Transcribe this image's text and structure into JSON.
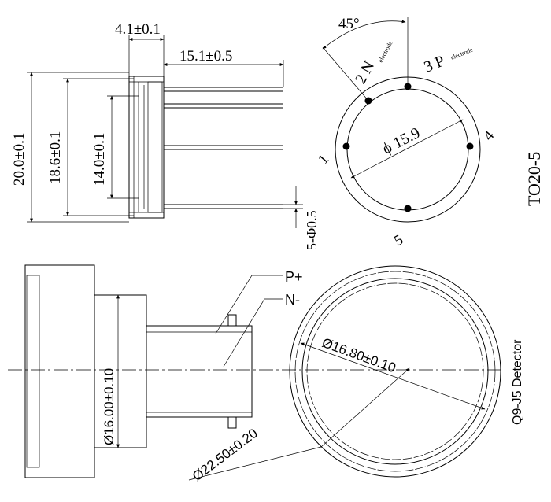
{
  "top_left": {
    "dim_flange": "4.1±0.1",
    "dim_pin_length": "15.1±0.5",
    "dim_height_outer": "20.0±0.1",
    "dim_height_mid": "18.6±0.1",
    "dim_height_inner": "14.0±0.1",
    "dim_pins": "5-Φ0.5"
  },
  "top_right": {
    "angle": "45°",
    "pin2_num": "2 N",
    "pin2_sub": "electrode",
    "pin3_num": "3 P",
    "pin3_sub": "electrode",
    "pin1": "1",
    "pin4": "4",
    "pin5": "5",
    "pcd": "ϕ 15.9",
    "package": "TO20-5"
  },
  "bottom": {
    "label_p": "P+",
    "label_n": "N-",
    "dim_body": "Ø16.00±0.10",
    "dim_window": "Ø16.80±0.10",
    "dim_outer": "Ø22.50±0.20",
    "detector_label": "Q9-J5 Detector"
  }
}
